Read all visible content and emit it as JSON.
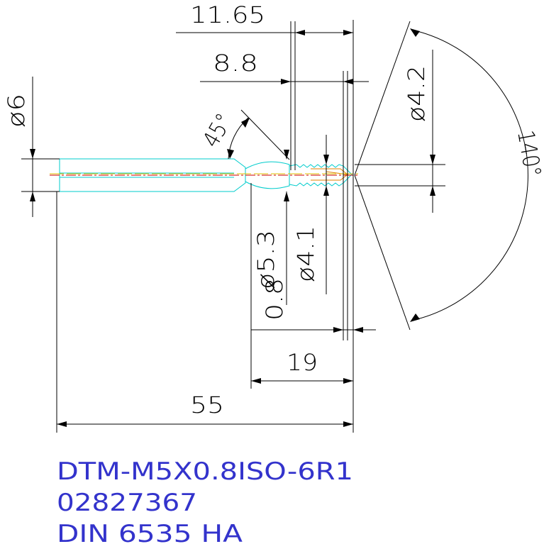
{
  "colors": {
    "dimension": "#000000",
    "tool_outline": "#00cccc",
    "center_line": "#cc0000",
    "axis_line": "#e0c000",
    "title_text": "#3333cc",
    "background": "#ffffff"
  },
  "dimensions": {
    "overall_cut_length": "11.65",
    "thread_length": "8.8",
    "shank_diameter": "ø6",
    "chamfer_angle": "45°",
    "tip_angle": "140°",
    "tip_diameter": "ø4.2",
    "neck_diameter": "ø5.3",
    "core_diameter": "ø4.1",
    "pitch": "0.8",
    "flute_length": "19",
    "total_length": "55"
  },
  "title_block": {
    "part_code": "DTM-M5X0.8ISO-6R1",
    "article_number": "02827367",
    "standard": "DIN 6535 HA"
  }
}
